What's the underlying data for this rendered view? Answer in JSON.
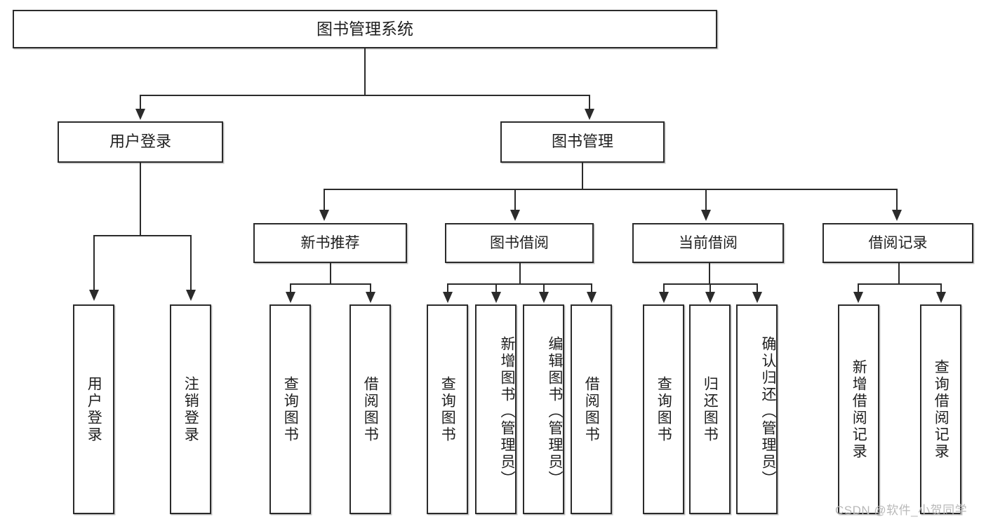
{
  "diagram": {
    "type": "tree-hierarchy",
    "title": "图书管理系统",
    "root": {
      "label": "图书管理系统"
    },
    "level1": [
      {
        "id": "user-login",
        "label": "用户登录"
      },
      {
        "id": "book-manage",
        "label": "图书管理"
      }
    ],
    "level2": [
      {
        "id": "new-book-recommend",
        "label": "新书推荐",
        "parent": "book-manage"
      },
      {
        "id": "book-borrow",
        "label": "图书借阅",
        "parent": "book-manage"
      },
      {
        "id": "current-borrow",
        "label": "当前借阅",
        "parent": "book-manage"
      },
      {
        "id": "borrow-record",
        "label": "借阅记录",
        "parent": "book-manage"
      }
    ],
    "leaves": {
      "user_login": [
        {
          "id": "leaf-user-login",
          "label": "用户登录"
        },
        {
          "id": "leaf-logout-login",
          "label": "注销登录"
        }
      ],
      "new_book_recommend": [
        {
          "id": "leaf-query-book-1",
          "label": "查询图书"
        },
        {
          "id": "leaf-borrow-book-1",
          "label": "借阅图书"
        }
      ],
      "book_borrow": [
        {
          "id": "leaf-query-book-2",
          "label": "查询图书"
        },
        {
          "id": "leaf-add-book-admin",
          "label": "新增图书（管理员）"
        },
        {
          "id": "leaf-edit-book-admin",
          "label": "编辑图书（管理员）"
        },
        {
          "id": "leaf-borrow-book-2",
          "label": "借阅图书"
        }
      ],
      "current_borrow": [
        {
          "id": "leaf-query-book-3",
          "label": "查询图书"
        },
        {
          "id": "leaf-return-book",
          "label": "归还图书"
        },
        {
          "id": "leaf-confirm-return-admin",
          "label": "确认归还（管理员）"
        }
      ],
      "borrow_record": [
        {
          "id": "leaf-add-borrow-record",
          "label": "新增借阅记录"
        },
        {
          "id": "leaf-query-borrow-record",
          "label": "查询借阅记录"
        }
      ]
    }
  },
  "watermark": {
    "text": "CSDN @软件_小贺同学"
  },
  "colors": {
    "background": "#ffffff",
    "border": "#2b2b2b",
    "text": "#1f1f1f",
    "watermark": "#b9b9b9"
  }
}
